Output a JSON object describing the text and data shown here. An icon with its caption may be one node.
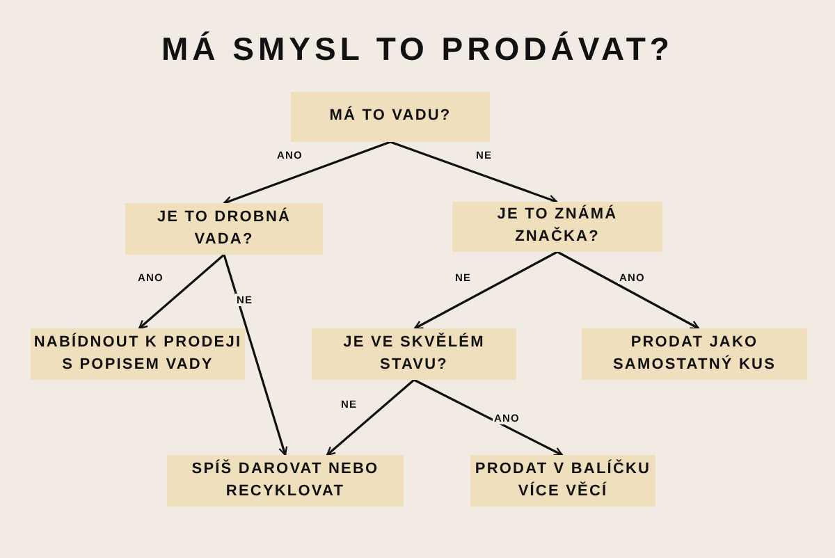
{
  "diagram": {
    "title": "MÁ SMYSL TO PRODÁVAT?",
    "nodes": [
      {
        "text": [
          "MÁ TO VADU?"
        ]
      },
      {
        "text": [
          "JE TO DROBNÁ VADA?"
        ]
      },
      {
        "text": [
          "JE TO ZNÁMÁ ZNAČKA?"
        ]
      },
      {
        "text": [
          "NABÍDNOUT K PRODEJI S POPISEM VADY"
        ]
      },
      {
        "text": [
          "JE VE SKVĚLÉM STAVU?"
        ]
      },
      {
        "text": [
          "PRODAT JAKO SAMOSTATNÝ KUS"
        ]
      },
      {
        "text": [
          "SPÍŠ DAROVAT NEBO RECYKLOVAT"
        ]
      },
      {
        "text": [
          "PRODAT V BALÍČKU VÍCE VĚCÍ"
        ]
      }
    ],
    "edges": [
      {
        "from": 0,
        "to": 1,
        "arrow": "to",
        "label": "ANO"
      },
      {
        "from": 0,
        "to": 2,
        "arrow": "to",
        "label": "NE"
      },
      {
        "from": 1,
        "to": 3,
        "arrow": "to",
        "label": "ANO"
      },
      {
        "from": 1,
        "to": 6,
        "arrow": "to",
        "label": "NE"
      },
      {
        "from": 2,
        "to": 4,
        "arrow": "to",
        "label": "NE"
      },
      {
        "from": 2,
        "to": 5,
        "arrow": "to",
        "label": "ANO"
      },
      {
        "from": 4,
        "to": 6,
        "arrow": "to",
        "label": "NE"
      },
      {
        "from": 4,
        "to": 7,
        "arrow": "to",
        "label": "ANO"
      }
    ]
  }
}
